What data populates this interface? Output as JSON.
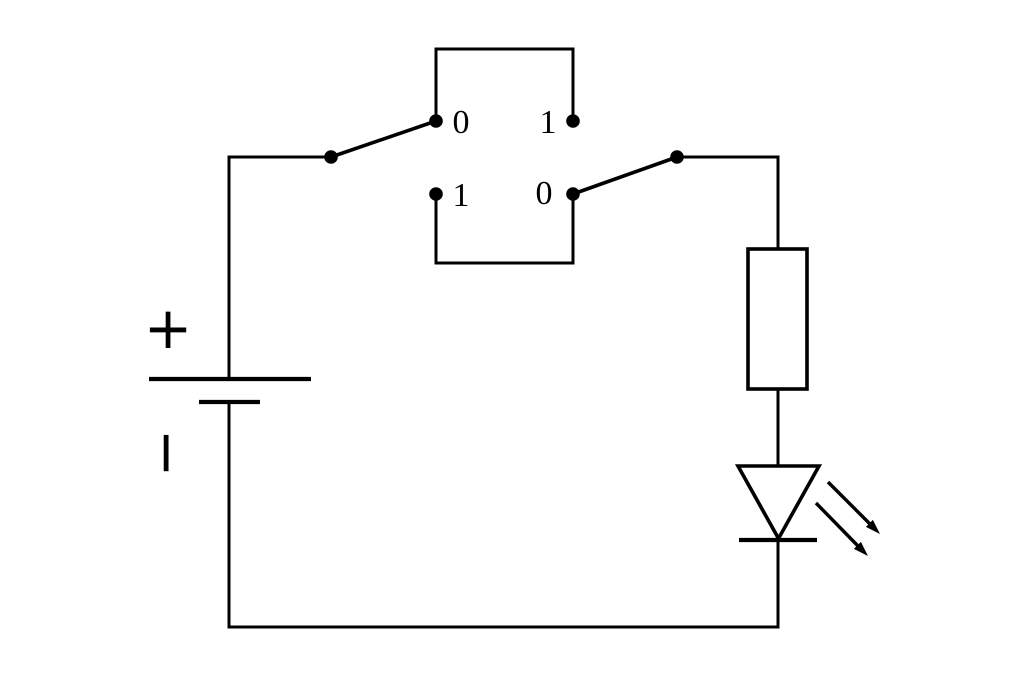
{
  "diagram": {
    "kind": "circuit-schematic",
    "background_color": "#ffffff",
    "line_color": "#000000",
    "battery": {
      "positive_label": "+",
      "negative_label": "−"
    },
    "switch_left": {
      "top_contact_label": "0",
      "bottom_contact_label": "1",
      "lever_position": "top"
    },
    "switch_right": {
      "top_contact_label": "1",
      "bottom_contact_label": "0",
      "lever_position": "bottom"
    },
    "resistor": {
      "symbol": "rectangle"
    },
    "led": {
      "symbol": "diode-triangle-with-cathode-bar",
      "emission_arrows": 2
    }
  }
}
